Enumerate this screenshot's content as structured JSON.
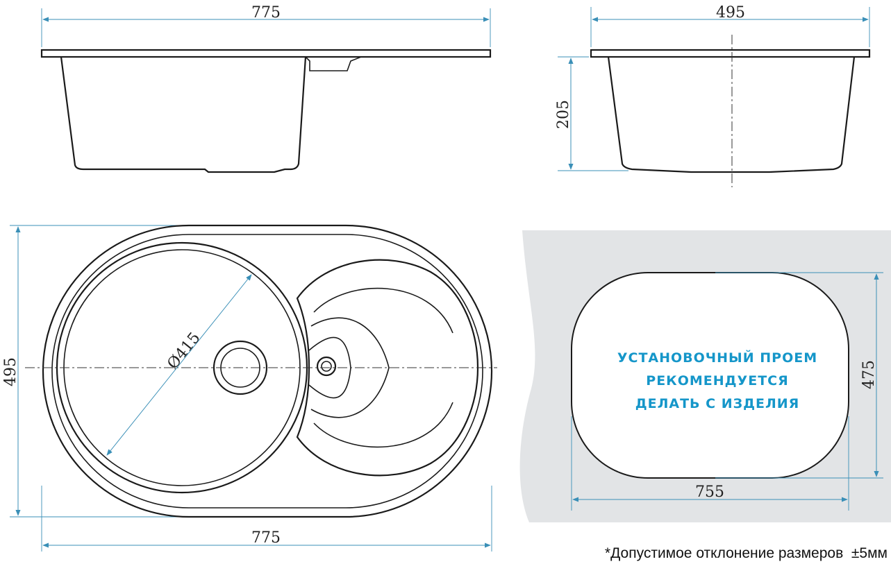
{
  "dimensions": {
    "side_length": "775",
    "side_width": "495",
    "side_depth": "205",
    "top_height": "495",
    "bowl_diameter": "Ø415",
    "top_length": "775",
    "cutout_height": "475",
    "cutout_width": "755"
  },
  "cutout_note": {
    "line1": "УСТАНОВОЧНЫЙ ПРОЕМ",
    "line2": "РЕКОМЕНДУЕТСЯ",
    "line3": "ДЕЛАТЬ С ИЗДЕЛИЯ"
  },
  "footnote": "*Допустимое отклонение размеров  ±5мм",
  "colors": {
    "dimension_line": "#3a8fb7",
    "note_text": "#1596c9",
    "countertop_shade": "#e2e4e6"
  }
}
